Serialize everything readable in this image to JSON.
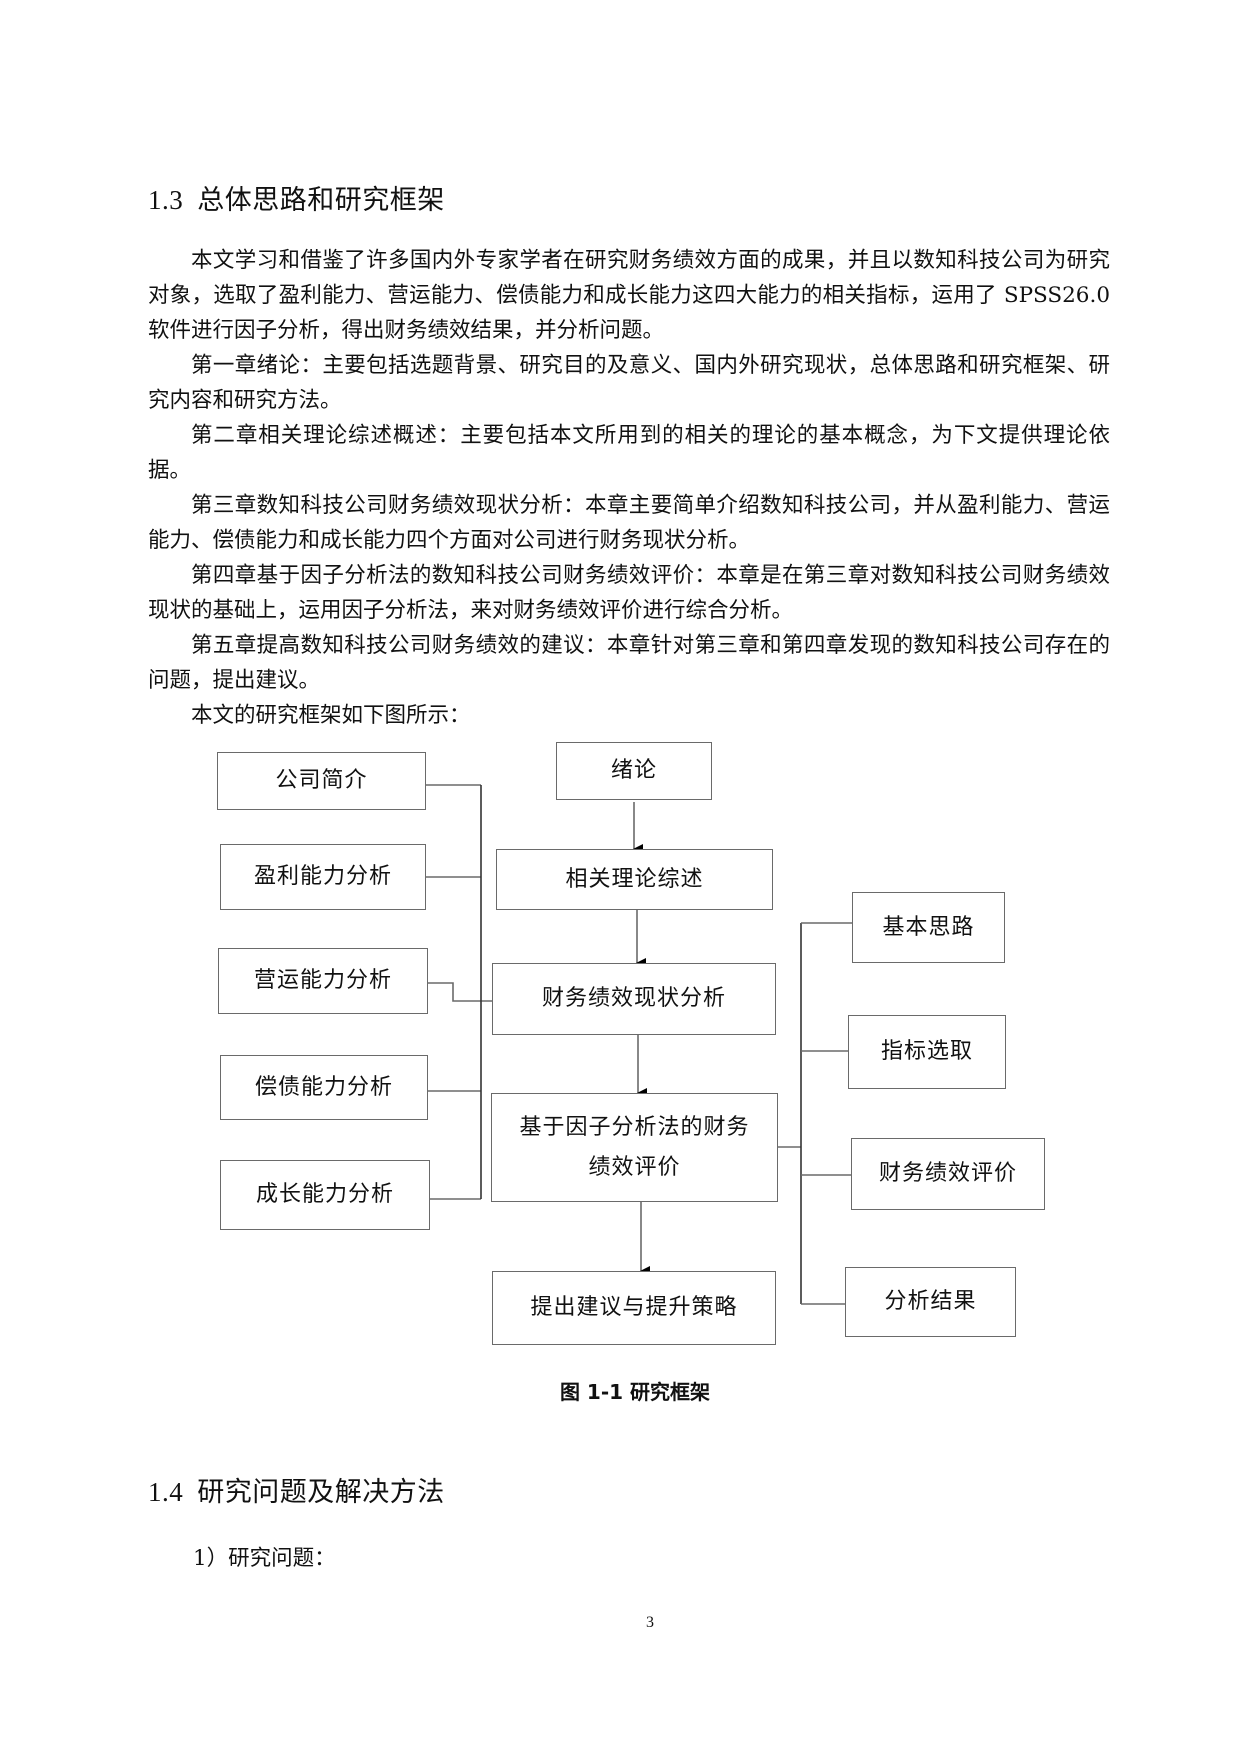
{
  "section_1_3": {
    "number": "1.3",
    "title": "总体思路和研究框架",
    "paragraphs": [
      "本文学习和借鉴了许多国内外专家学者在研究财务绩效方面的成果，并且以数知科技公司为研究对象，选取了盈利能力、营运能力、偿债能力和成长能力这四大能力的相关指标，运用了 SPSS26.0 软件进行因子分析，得出财务绩效结果，并分析问题。",
      "第一章绪论：主要包括选题背景、研究目的及意义、国内外研究现状，总体思路和研究框架、研究内容和研究方法。",
      "第二章相关理论综述概述：主要包括本文所用到的相关的理论的基本概念，为下文提供理论依据。",
      "第三章数知科技公司财务绩效现状分析：本章主要简单介绍数知科技公司，并从盈利能力、营运能力、偿债能力和成长能力四个方面对公司进行财务现状分析。",
      "第四章基于因子分析法的数知科技公司财务绩效评价：本章是在第三章对数知科技公司财务绩效现状的基础上，运用因子分析法，来对财务绩效评价进行综合分析。",
      "第五章提高数知科技公司财务绩效的建议：本章针对第三章和第四章发现的数知科技公司存在的问题，提出建议。",
      "本文的研究框架如下图所示："
    ]
  },
  "diagram": {
    "left_boxes": [
      "公司简介",
      "盈利能力分析",
      "营运能力分析",
      "偿债能力分析",
      "成长能力分析"
    ],
    "center_boxes": [
      "绪论",
      "相关理论综述",
      "财务绩效现状分析",
      "基于因子分析法的财务绩效评价",
      "提出建议与提升策略"
    ],
    "center_box_4_lines": [
      "基于因子分析法的财务",
      "绩效评价"
    ],
    "right_boxes": [
      "基本思路",
      "指标选取",
      "财务绩效评价",
      "分析结果"
    ],
    "line_color": "#6a6a6a",
    "caption": "图 1-1  研究框架"
  },
  "section_1_4": {
    "number": "1.4",
    "title": "研究问题及解决方法",
    "items": [
      "1）研究问题："
    ]
  },
  "footer": {
    "page_number": "3"
  }
}
